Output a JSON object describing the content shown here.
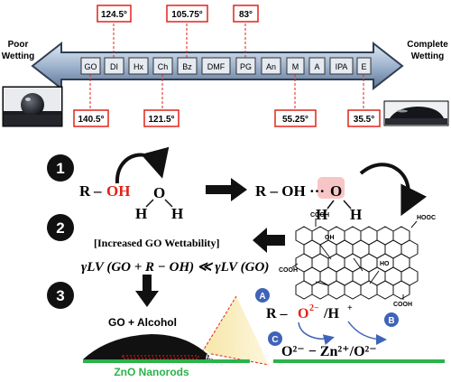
{
  "wetting_scale": {
    "left_label_1": "Poor",
    "left_label_2": "Wetting",
    "right_label_1": "Complete",
    "right_label_2": "Wetting",
    "solvents": [
      "GO",
      "DI",
      "Hx",
      "Ch",
      "Bz",
      "DMF",
      "PG",
      "An",
      "M",
      "A",
      "IPA",
      "E"
    ],
    "angles_top": [
      "124.5°",
      "105.75°",
      "83°"
    ],
    "angles_bottom": [
      "140.5°",
      "121.5°",
      "55.25°",
      "35.5°"
    ]
  },
  "step1": {
    "number": "1",
    "alcohol_R": "R",
    "alcohol_dash": "–",
    "alcohol_OH": "OH",
    "water_O": "O",
    "water_H": "H",
    "product_prefix": "R – OH",
    "product_dots": "···",
    "product_O": "O"
  },
  "step2": {
    "number": "2",
    "caption": "[Increased GO Wettability]",
    "equation": "γLV (GO + R − OH) ≪ γLV (GO)"
  },
  "graphene_oxide": {
    "groups": [
      "COOH",
      "HOOC",
      "OH",
      "HO",
      "COOH",
      "COOH"
    ]
  },
  "step3": {
    "number": "3",
    "drop_label": "GO + Alcohol",
    "substrate_label": "ZnO Nanorods",
    "angle_symbol": "θ",
    "badges": [
      "A",
      "B",
      "C"
    ],
    "alkoxide_prefix": "R –",
    "alkoxide_ion": "O",
    "alkoxide_charge": "2−",
    "alkoxide_suffix": "/H",
    "alkoxide_plus": "+",
    "bridge_text": "O²⁻ − Zn²⁺/O²⁻"
  },
  "colors": {
    "red": "#e2231a",
    "arrow_fill": "#a9bcd6",
    "arrow_dark": "#2f3e52",
    "green": "#2bb34a",
    "badge_blue": "#3f63b8",
    "ray": "#f3d27a"
  }
}
